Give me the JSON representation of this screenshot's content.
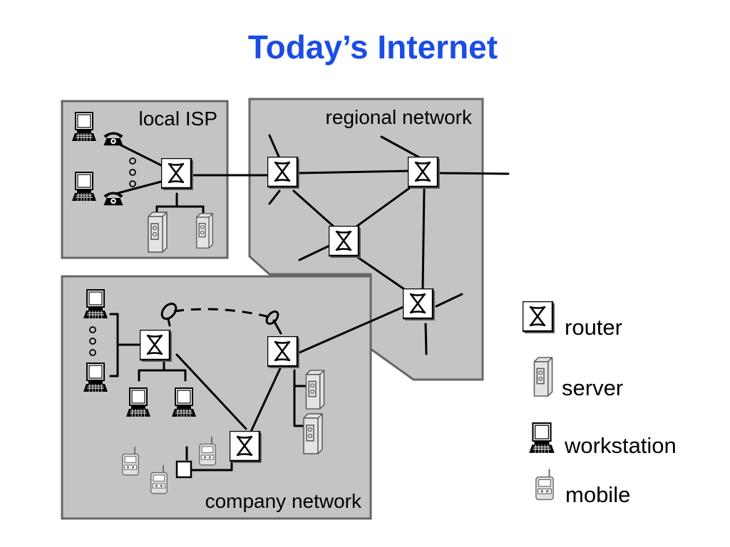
{
  "title": "Today’s Internet",
  "title_color": "#1a4de6",
  "region_fill": "#c4c4c4",
  "regions": {
    "local_isp": "local ISP",
    "regional_network": "regional network",
    "company_network": "company network"
  },
  "legend": {
    "router": "router",
    "server": "server",
    "workstation": "workstation",
    "mobile": "mobile"
  },
  "icons": {
    "router": "router-icon",
    "server": "server-icon",
    "workstation": "workstation-icon",
    "mobile": "mobile-icon",
    "telephone": "telephone-icon",
    "antenna": "antenna-icon",
    "access_point": "access-point-icon"
  }
}
